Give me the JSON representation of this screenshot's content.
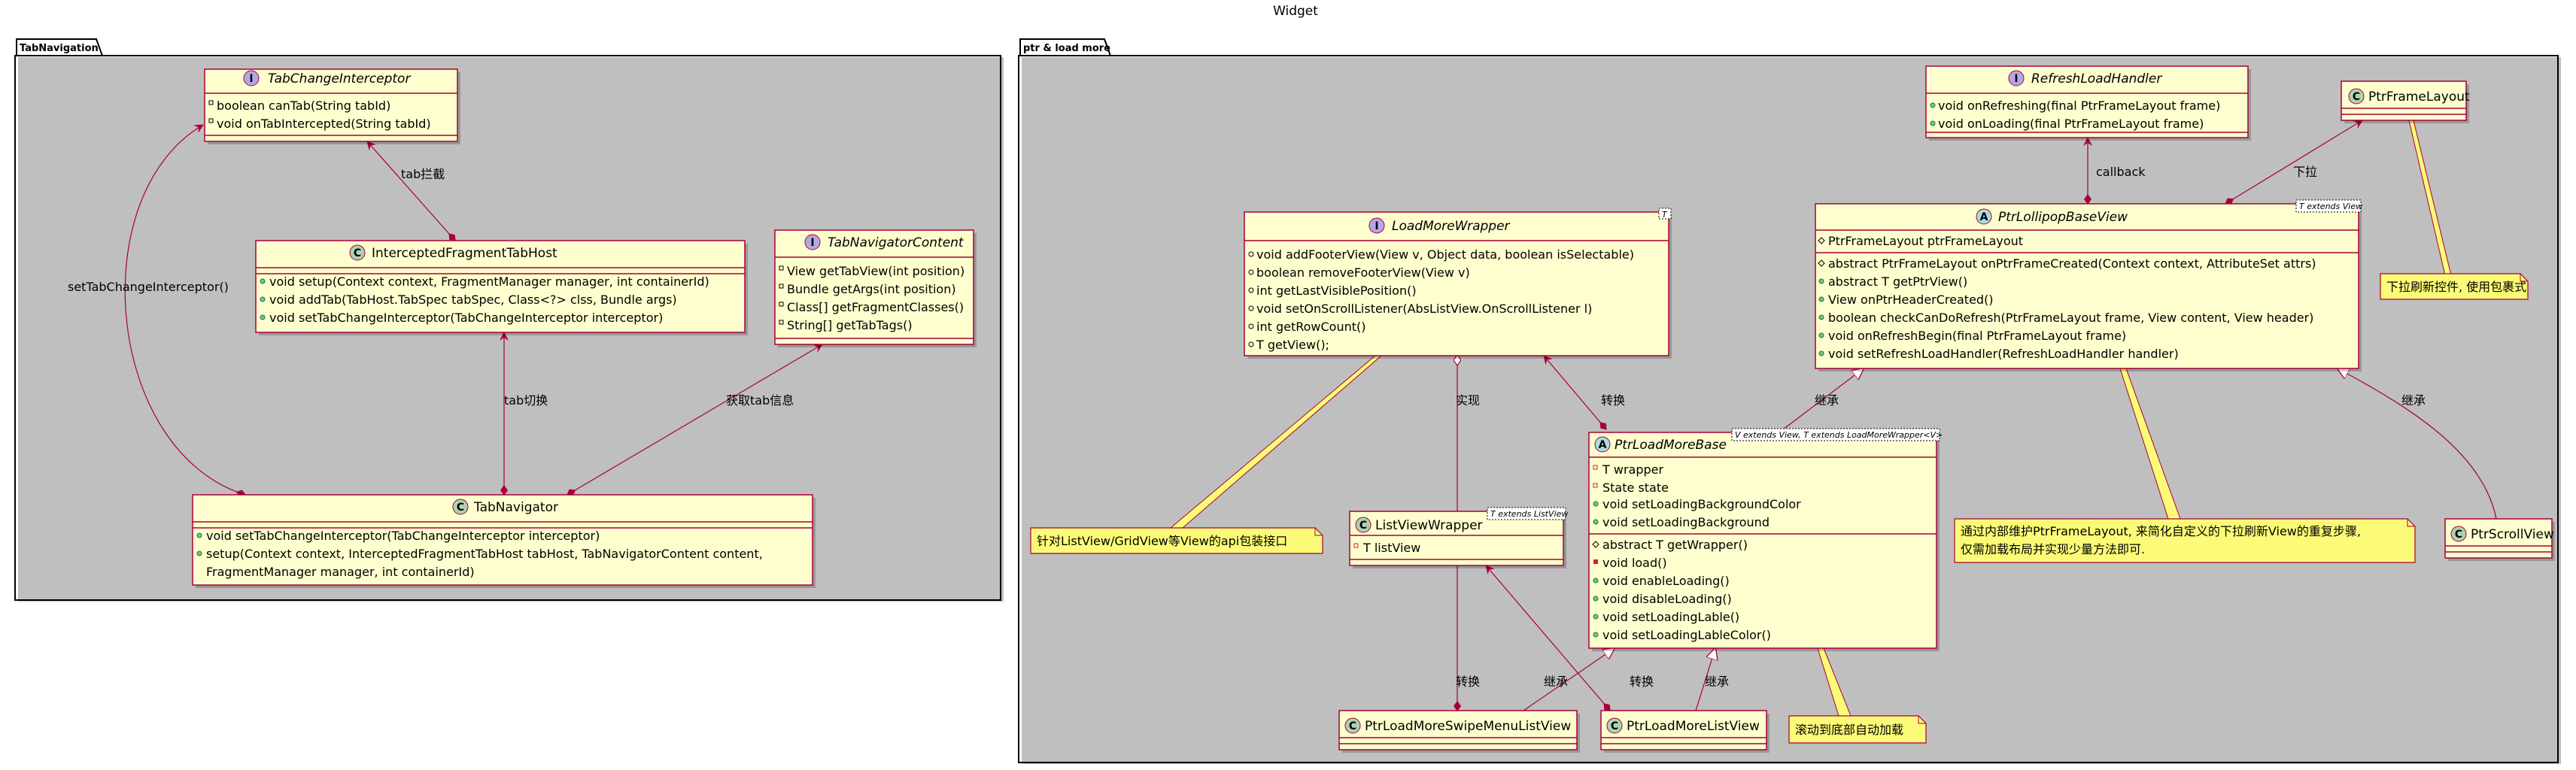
{
  "title": "Widget",
  "packages": [
    {
      "label": "TabNavigation"
    },
    {
      "label": "ptr & load more"
    }
  ],
  "classes": {
    "tabChangeInterceptor": {
      "kind": "I",
      "name": "TabChangeInterceptor",
      "members": [
        "boolean canTab(String tabId)",
        "void onTabIntercepted(String tabId)"
      ]
    },
    "interceptedFragmentTabHost": {
      "kind": "C",
      "name": "InterceptedFragmentTabHost",
      "members": [
        "void setup(Context context, FragmentManager manager, int containerId)",
        "void addTab(TabHost.TabSpec tabSpec, Class<?> clss, Bundle args)",
        "void setTabChangeInterceptor(TabChangeInterceptor interceptor)"
      ]
    },
    "tabNavigatorContent": {
      "kind": "I",
      "name": "TabNavigatorContent",
      "members": [
        "View getTabView(int position)",
        "Bundle getArgs(int position)",
        "Class[] getFragmentClasses()",
        "String[] getTabTags()"
      ]
    },
    "tabNavigator": {
      "kind": "C",
      "name": "TabNavigator",
      "members": [
        "void setTabChangeInterceptor(TabChangeInterceptor interceptor)",
        "setup(Context context, InterceptedFragmentTabHost tabHost, TabNavigatorContent content,",
        "FragmentManager manager, int containerId)"
      ]
    },
    "refreshLoadHandler": {
      "kind": "I",
      "name": "RefreshLoadHandler",
      "members": [
        "void onRefreshing(final PtrFrameLayout frame)",
        "void onLoading(final PtrFrameLayout frame)"
      ]
    },
    "ptrFrameLayout": {
      "kind": "C",
      "name": "PtrFrameLayout"
    },
    "loadMoreWrapper": {
      "kind": "I",
      "name": "LoadMoreWrapper",
      "generic": "T",
      "members": [
        "void addFooterView(View v, Object data, boolean isSelectable)",
        "boolean removeFooterView(View v)",
        "int getLastVisiblePosition()",
        "void setOnScrollListener(AbsListView.OnScrollListener l)",
        "int getRowCount()",
        "T getView();"
      ]
    },
    "ptrLollipopBaseView": {
      "kind": "A",
      "name": "PtrLollipopBaseView",
      "generic": "T extends View",
      "fields": [
        "PtrFrameLayout ptrFrameLayout"
      ],
      "members": [
        "abstract PtrFrameLayout onPtrFrameCreated(Context context, AttributeSet attrs)",
        "abstract T getPtrView()",
        "View onPtrHeaderCreated()",
        "boolean checkCanDoRefresh(PtrFrameLayout frame, View content, View header)",
        "void onRefreshBegin(final PtrFrameLayout frame)",
        "void setRefreshLoadHandler(RefreshLoadHandler handler)"
      ]
    },
    "ptrLoadMoreBase": {
      "kind": "A",
      "name": "PtrLoadMoreBase",
      "generic": "V extends View, T extends LoadMoreWrapper<V>",
      "fields": [
        "T wrapper",
        "State state",
        "void setLoadingBackgroundColor",
        "void setLoadingBackground"
      ],
      "members": [
        "abstract T getWrapper()",
        "void load()",
        "void enableLoading()",
        "void disableLoading()",
        "void setLoadingLable()",
        "void setLoadingLableColor()"
      ]
    },
    "listViewWrapper": {
      "kind": "C",
      "name": "ListViewWrapper",
      "generic": "T extends ListView",
      "fields": [
        "T listView"
      ]
    },
    "ptrScrollView": {
      "kind": "C",
      "name": "PtrScrollView"
    },
    "ptrLoadMoreSwipeMenuListView": {
      "kind": "C",
      "name": "PtrLoadMoreSwipeMenuListView"
    },
    "ptrLoadMoreListView": {
      "kind": "C",
      "name": "PtrLoadMoreListView"
    }
  },
  "edges": {
    "tabIntercept": "tab拦截",
    "setTabChangeInterceptor": "setTabChangeInterceptor()",
    "tabSwitch": "tab切换",
    "getTabInfo": "获取tab信息",
    "callback": "callback",
    "pullDown": "下拉",
    "implement": "实现",
    "convert1": "转换",
    "inherit1": "继承",
    "inherit2": "继承",
    "convert2": "转换",
    "inherit3": "继承",
    "convert3": "转换",
    "inherit4": "继承"
  },
  "notes": {
    "ptrFrameNote": "下拉刷新控件, 使用包裹式",
    "wrapperNote": "针对ListView/GridView等View的api包装接口",
    "lollipopNote": [
      "通过内部维护PtrFrameLayout, 来简化自定义的下拉刷新View的重复步骤,",
      "仅需加载布局并实现少量方法即可."
    ],
    "loadMoreNote": "滚动到底部自动加载"
  },
  "colors": {
    "classFill": "#FEFECE",
    "border": "#A80036",
    "noteFill": "#FBFB77",
    "interfaceBadge": "#B4A7E5",
    "classBadge": "#ADD1B2",
    "abstractBadge": "#A9DCDF"
  }
}
